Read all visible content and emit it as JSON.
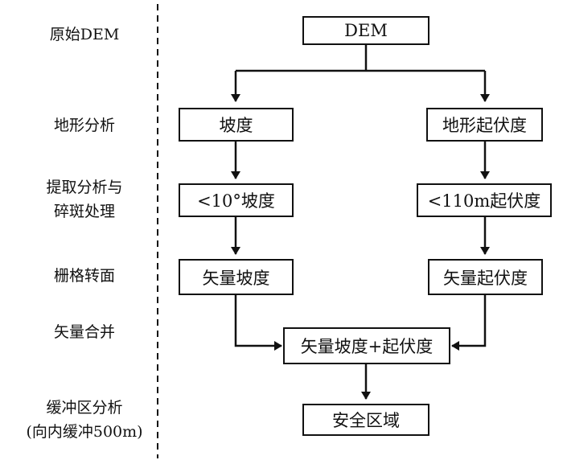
{
  "stages": [
    {
      "label": "原始DEM"
    },
    {
      "label": "地形分析"
    },
    {
      "label": "提取分析与\n碎斑处理"
    },
    {
      "label": "栅格转面"
    },
    {
      "label": "矢量合并"
    },
    {
      "label": "缓冲区分析\n(向内缓冲500m)"
    }
  ],
  "nodes": {
    "dem": "DEM",
    "slope": "坡度",
    "relief": "地形起伏度",
    "slope_filter": "<10°坡度",
    "relief_filter": "<110m起伏度",
    "vector_slope": "矢量坡度",
    "vector_relief": "矢量起伏度",
    "merged": "矢量坡度+起伏度",
    "safe_area": "安全区域"
  }
}
